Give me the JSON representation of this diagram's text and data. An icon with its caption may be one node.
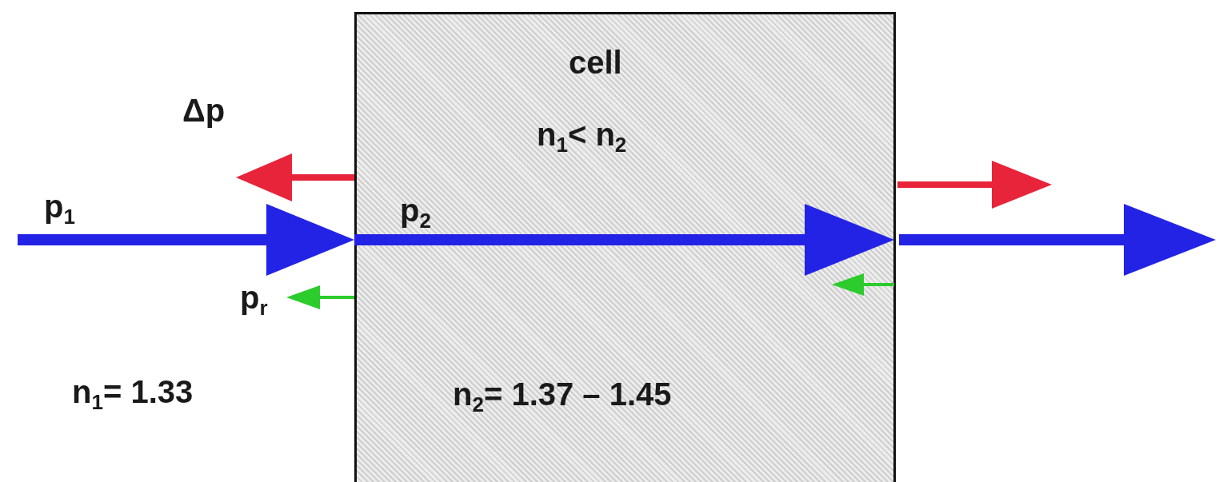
{
  "diagram": {
    "nodes": [
      {
        "text": [
          "cell",
          "n$_{1}$< n$_{2}$",
          "n$_{2}$= 1.37 – 1.45"
        ]
      }
    ],
    "labels": [
      "Δp",
      "p$_{1}$",
      "p$_{2}$",
      "p$_{r}$",
      "n$_{1}$= 1.33"
    ]
  }
}
